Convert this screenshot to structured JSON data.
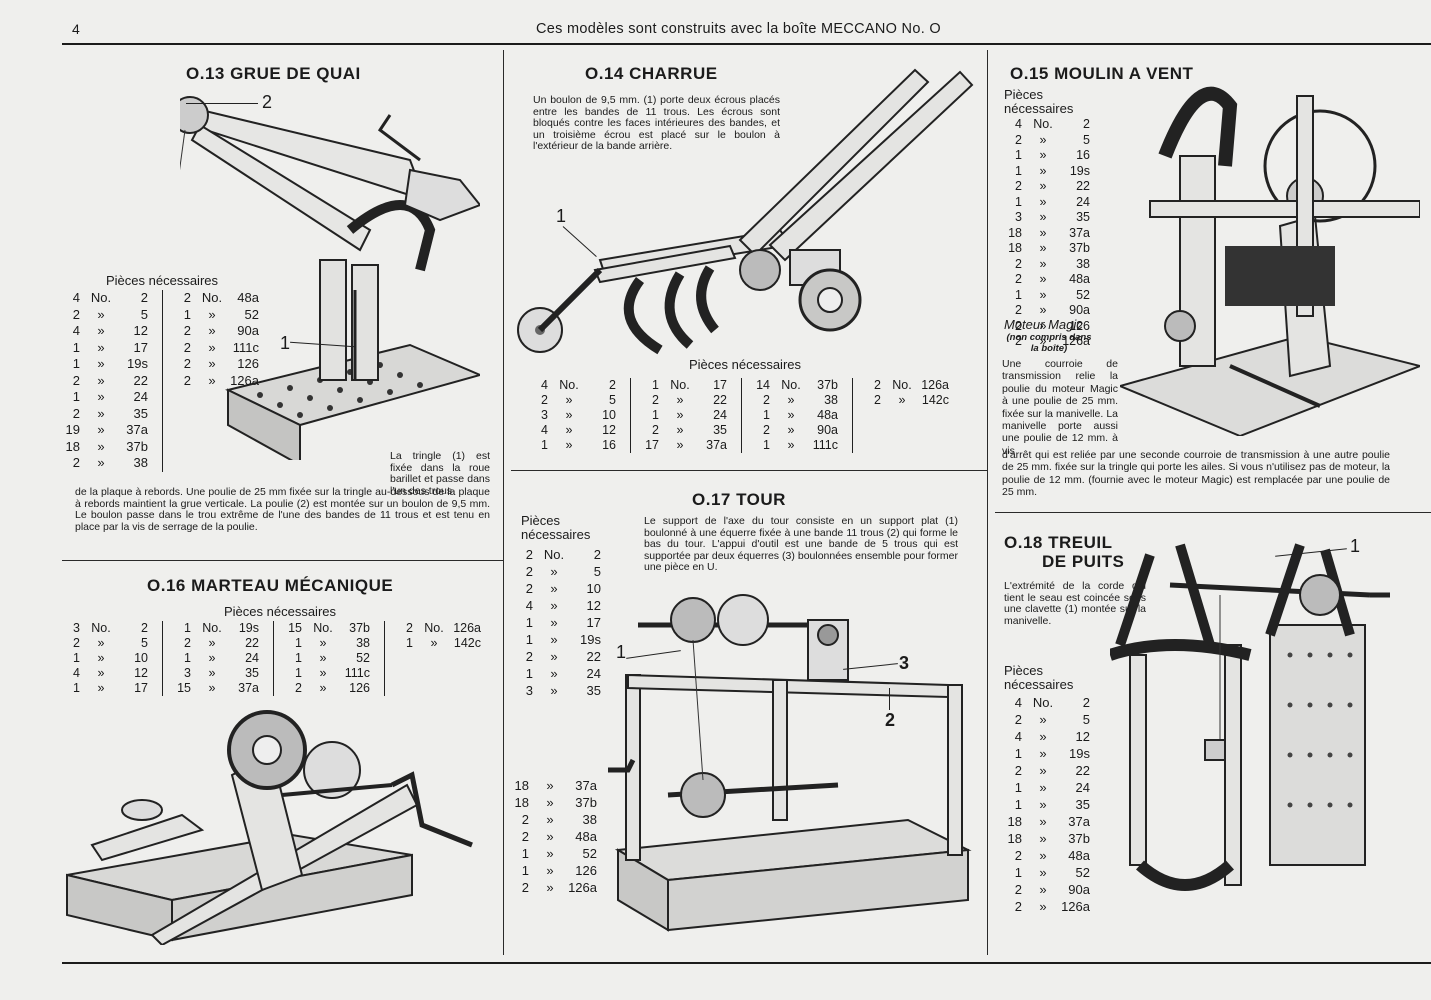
{
  "header": {
    "page_number": "4",
    "title": "Ces modèles sont construits avec la boîte MECCANO No. O"
  },
  "sections": {
    "o13": {
      "title": "O.13  GRUE DE QUAI",
      "parts_heading": "Pièces nécessaires",
      "parts_col1": [
        [
          "4",
          "No.",
          "2"
        ],
        [
          "2",
          "»",
          "5"
        ],
        [
          "4",
          "»",
          "12"
        ],
        [
          "1",
          "»",
          "17"
        ],
        [
          "1",
          "»",
          "19s"
        ],
        [
          "2",
          "»",
          "22"
        ],
        [
          "1",
          "»",
          "24"
        ],
        [
          "2",
          "»",
          "35"
        ],
        [
          "19",
          "»",
          "37a"
        ],
        [
          "18",
          "»",
          "37b"
        ],
        [
          "2",
          "»",
          "38"
        ]
      ],
      "parts_col2": [
        [
          "2",
          "No.",
          "48a"
        ],
        [
          "1",
          "»",
          "52"
        ],
        [
          "2",
          "»",
          "90a"
        ],
        [
          "2",
          "»",
          "111c"
        ],
        [
          "2",
          "»",
          "126"
        ],
        [
          "2",
          "»",
          "126a"
        ]
      ],
      "callout_1": "1",
      "callout_2": "2",
      "text_narrow": "La tringle (1) est fixée dans la roue barillet et passe dans l'un des trous",
      "text_wide": "de la plaque à rebords. Une poulie de 25 mm fixée sur la tringle au-dessous de la plaque à rebords maintient la grue verticale. La poulie (2) est montée sur un boulon de 9,5 mm. Le boulon passe dans le trou extrême de l'une des bandes de 11 trous et est tenu en place par la vis de serrage de la poulie."
    },
    "o14": {
      "title": "O.14  CHARRUE",
      "text": "Un boulon de 9,5 mm. (1) porte deux écrous placés entre les bandes de 11 trous. Les écrous sont bloqués contre les faces intérieures des bandes, et un troisième écrou est placé sur le boulon à l'extérieur de la bande arrière.",
      "callout_1": "1",
      "parts_heading": "Pièces nécessaires",
      "parts_cols": [
        [
          [
            "4",
            "No.",
            "2"
          ],
          [
            "2",
            "»",
            "5"
          ],
          [
            "3",
            "»",
            "10"
          ],
          [
            "4",
            "»",
            "12"
          ],
          [
            "1",
            "»",
            "16"
          ]
        ],
        [
          [
            "1",
            "No.",
            "17"
          ],
          [
            "2",
            "»",
            "22"
          ],
          [
            "1",
            "»",
            "24"
          ],
          [
            "2",
            "»",
            "35"
          ],
          [
            "17",
            "»",
            "37a"
          ]
        ],
        [
          [
            "14",
            "No.",
            "37b"
          ],
          [
            "2",
            "»",
            "38"
          ],
          [
            "1",
            "»",
            "48a"
          ],
          [
            "2",
            "»",
            "90a"
          ],
          [
            "1",
            "»",
            "111c"
          ]
        ],
        [
          [
            "2",
            "No.",
            "126a"
          ],
          [
            "2",
            "»",
            "142c"
          ]
        ]
      ]
    },
    "o15": {
      "title": "O.15  MOULIN A VENT",
      "parts_heading": "Pièces nécessaires",
      "parts": [
        [
          "4",
          "No.",
          "2"
        ],
        [
          "2",
          "»",
          "5"
        ],
        [
          "1",
          "»",
          "16"
        ],
        [
          "1",
          "»",
          "19s"
        ],
        [
          "2",
          "»",
          "22"
        ],
        [
          "1",
          "»",
          "24"
        ],
        [
          "3",
          "»",
          "35"
        ],
        [
          "18",
          "»",
          "37a"
        ],
        [
          "18",
          "»",
          "37b"
        ],
        [
          "2",
          "»",
          "38"
        ],
        [
          "2",
          "»",
          "48a"
        ],
        [
          "1",
          "»",
          "52"
        ],
        [
          "2",
          "»",
          "90a"
        ],
        [
          "2",
          "»",
          "126"
        ],
        [
          "2",
          "»",
          "126a"
        ]
      ],
      "motor_label": "Moteur Magic",
      "motor_note": "(non compris dans la boîte)",
      "text_narrow": "Une courroie de transmission relie la poulie du moteur Magic à une poulie de 25 mm. fixée sur la manivelle. La manivelle porte aussi une poulie de 12 mm. à vis",
      "text_wide": "d'arrêt qui est reliée par une seconde courroie de transmission à une autre poulie de 25 mm. fixée sur la tringle qui porte les ailes. Si vous n'utilisez pas de moteur, la poulie de 12 mm. (fournie avec le moteur Magic) est remplacée par une poulie de 25 mm."
    },
    "o16": {
      "title": "O.16  MARTEAU MÉCANIQUE",
      "parts_heading": "Pièces nécessaires",
      "parts_cols": [
        [
          [
            "3",
            "No.",
            "2"
          ],
          [
            "2",
            "»",
            "5"
          ],
          [
            "1",
            "»",
            "10"
          ],
          [
            "4",
            "»",
            "12"
          ],
          [
            "1",
            "»",
            "17"
          ]
        ],
        [
          [
            "1",
            "No.",
            "19s"
          ],
          [
            "2",
            "»",
            "22"
          ],
          [
            "1",
            "»",
            "24"
          ],
          [
            "3",
            "»",
            "35"
          ],
          [
            "15",
            "»",
            "37a"
          ]
        ],
        [
          [
            "15",
            "No.",
            "37b"
          ],
          [
            "1",
            "»",
            "38"
          ],
          [
            "1",
            "»",
            "52"
          ],
          [
            "1",
            "»",
            "111c"
          ],
          [
            "2",
            "»",
            "126"
          ]
        ],
        [
          [
            "2",
            "No.",
            "126a"
          ],
          [
            "1",
            "»",
            "142c"
          ]
        ]
      ]
    },
    "o17": {
      "title": "O.17  TOUR",
      "parts_heading": "Pièces nécessaires",
      "text": "Le support de l'axe du tour consiste en un support plat (1) boulonné à une équerre fixée à une bande 11 trous (2) qui forme le bas du tour. L'appui d'outil est une bande de 5 trous qui est supportée par deux équerres (3) boulonnées ensemble pour former une pièce en U.",
      "parts_top": [
        [
          "2",
          "No.",
          "2"
        ],
        [
          "2",
          "»",
          "5"
        ],
        [
          "2",
          "»",
          "10"
        ],
        [
          "4",
          "»",
          "12"
        ],
        [
          "1",
          "»",
          "17"
        ],
        [
          "1",
          "»",
          "19s"
        ],
        [
          "2",
          "»",
          "22"
        ],
        [
          "1",
          "»",
          "24"
        ],
        [
          "3",
          "»",
          "35"
        ]
      ],
      "parts_bottom": [
        [
          "18",
          "»",
          "37a"
        ],
        [
          "18",
          "»",
          "37b"
        ],
        [
          "2",
          "»",
          "38"
        ],
        [
          "2",
          "»",
          "48a"
        ],
        [
          "1",
          "»",
          "52"
        ],
        [
          "1",
          "»",
          "126"
        ],
        [
          "2",
          "»",
          "126a"
        ]
      ],
      "callout_1": "1",
      "callout_2": "2",
      "callout_3": "3"
    },
    "o18": {
      "title_line1": "O.18  TREUIL",
      "title_line2": "DE PUITS",
      "text": "L'extrémité de la corde qui tient le seau est coincée sous une clavette (1) montée sur la manivelle.",
      "parts_heading": "Pièces nécessaires",
      "parts": [
        [
          "4",
          "No.",
          "2"
        ],
        [
          "2",
          "»",
          "5"
        ],
        [
          "4",
          "»",
          "12"
        ],
        [
          "1",
          "»",
          "19s"
        ],
        [
          "2",
          "»",
          "22"
        ],
        [
          "1",
          "»",
          "24"
        ],
        [
          "1",
          "»",
          "35"
        ],
        [
          "18",
          "»",
          "37a"
        ],
        [
          "18",
          "»",
          "37b"
        ],
        [
          "2",
          "»",
          "48a"
        ],
        [
          "1",
          "»",
          "52"
        ],
        [
          "2",
          "»",
          "90a"
        ],
        [
          "2",
          "»",
          "126a"
        ]
      ],
      "callout_1": "1"
    }
  }
}
